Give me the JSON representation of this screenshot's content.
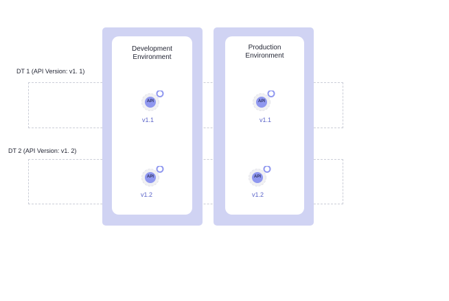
{
  "environments": [
    {
      "title_line1": "Development",
      "title_line2": "Environment"
    },
    {
      "title_line1": "Production",
      "title_line2": "Environment"
    }
  ],
  "deployment_targets": [
    {
      "label": "DT 1 (API Version: v1. 1)"
    },
    {
      "label": "DT 2 (API Version: v1. 2)"
    }
  ],
  "api_nodes": [
    {
      "icon_text": "API",
      "version": "v1.1",
      "icon": "gear-icon"
    },
    {
      "icon_text": "API",
      "version": "v1.1",
      "icon": "gear-icon"
    },
    {
      "icon_text": "API",
      "version": "v1.2",
      "icon": "gear-icon"
    },
    {
      "icon_text": "API",
      "version": "v1.2",
      "icon": "gear-icon"
    }
  ],
  "colors": {
    "environment_fill": "#d0d3f3",
    "api_accent": "#8f97ef",
    "version_text": "#5b64c9",
    "band_border": "#c9ccd6"
  }
}
